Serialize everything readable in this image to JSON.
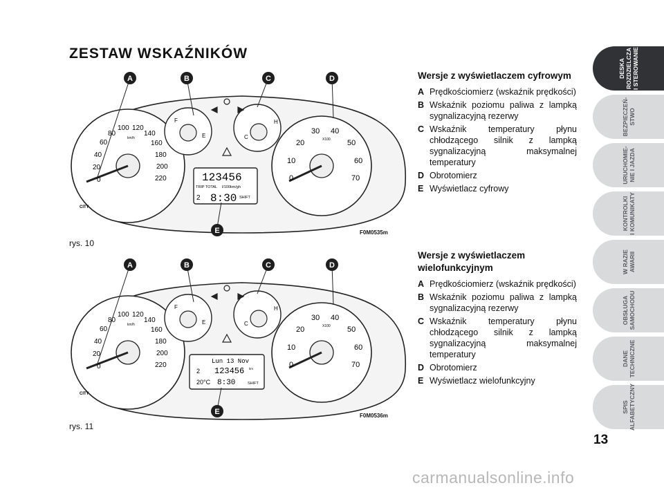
{
  "page_title": "ZESTAW WSKAŹNIKÓW",
  "figures": [
    {
      "caption": "rys. 10",
      "code": "F0M0535m",
      "callouts": [
        "A",
        "B",
        "C",
        "D",
        "E"
      ],
      "speedo_numbers": [
        "0",
        "20",
        "40",
        "60",
        "80",
        "100",
        "120",
        "140",
        "160",
        "180",
        "200",
        "220"
      ],
      "speed_unit": "km/h",
      "fuel_labels": [
        "F",
        "E"
      ],
      "temp_labels": [
        "C",
        "H"
      ],
      "tacho_numbers": [
        "0",
        "10",
        "20",
        "30",
        "40",
        "50",
        "60",
        "70"
      ],
      "tacho_unit": "X100",
      "city_label": "CITY",
      "display": {
        "odometer": "123456",
        "trip_label": "TRIP TOTAL",
        "consumption_unit": "l/100km/gh",
        "gear": "2",
        "clock": "8:30",
        "shift_label": "SHIFT"
      }
    },
    {
      "caption": "rys. 11",
      "code": "F0M0536m",
      "callouts": [
        "A",
        "B",
        "C",
        "D",
        "E"
      ],
      "speedo_numbers": [
        "0",
        "20",
        "40",
        "60",
        "80",
        "100",
        "120",
        "140",
        "160",
        "180",
        "200",
        "220"
      ],
      "speed_unit": "km/h",
      "fuel_labels": [
        "F",
        "E"
      ],
      "temp_labels": [
        "C",
        "H"
      ],
      "tacho_numbers": [
        "0",
        "10",
        "20",
        "30",
        "40",
        "50",
        "60",
        "70"
      ],
      "tacho_unit": "X100",
      "city_label": "CITY",
      "display": {
        "date": "Lun 13 Nov",
        "gear": "2",
        "odometer": "123456",
        "odo_unit": "km",
        "outside_temp": "20°C",
        "clock": "8:30",
        "shift_label": "SHIFT"
      }
    }
  ],
  "sections": [
    {
      "heading": "Wersje z wyświetlaczem cyfrowym",
      "items": [
        {
          "letter": "A",
          "text": "Prędkościomierz (wskaźnik prędkości)"
        },
        {
          "letter": "B",
          "text": "Wskaźnik poziomu paliwa z lampką sygnalizacyjną rezerwy"
        },
        {
          "letter": "C",
          "text": "Wskaźnik temperatury płynu chłodzącego silnik z lampką sygnalizacyjną maksymalnej temperatury"
        },
        {
          "letter": "D",
          "text": "Obrotomierz"
        },
        {
          "letter": "E",
          "text": "Wyświetlacz cyfrowy"
        }
      ]
    },
    {
      "heading": "Wersje z wyświetlaczem wielofunkcyjnym",
      "items": [
        {
          "letter": "A",
          "text": "Prędkościomierz (wskaźnik prędkości)"
        },
        {
          "letter": "B",
          "text": "Wskaźnik poziomu paliwa z lampką sygnalizacyjną rezerwy"
        },
        {
          "letter": "C",
          "text": "Wskaźnik temperatury płynu chłodzącego silnik z lampką sygnalizacyjną maksymalnej temperatury"
        },
        {
          "letter": "D",
          "text": "Obrotomierz"
        },
        {
          "letter": "E",
          "text": "Wyświetlacz wielofunkcyjny"
        }
      ]
    }
  ],
  "side_tabs": [
    {
      "label": "DESKA\nROZDZIELCZA\nI STEROWANIE",
      "active": true
    },
    {
      "label": "BEZPIECZEŃ-\nSTWO",
      "active": false
    },
    {
      "label": "URUCHOMIE-\nNIE I JAZDA",
      "active": false
    },
    {
      "label": "KONTROLKI\nI KOMUNIKATY",
      "active": false
    },
    {
      "label": "W RAZIE\nAWARII",
      "active": false
    },
    {
      "label": "OBSŁUGA\nSAMOCHODU",
      "active": false
    },
    {
      "label": "DANE\nTECHNICZNE",
      "active": false
    },
    {
      "label": "SPIS\nALFABETYCZNY",
      "active": false
    }
  ],
  "page_number": "13",
  "watermark": "carmanualsonline.info",
  "colors": {
    "callout": "#1e1e1e",
    "tab_active": "#303236",
    "tab_inactive": "#d8dadc"
  }
}
